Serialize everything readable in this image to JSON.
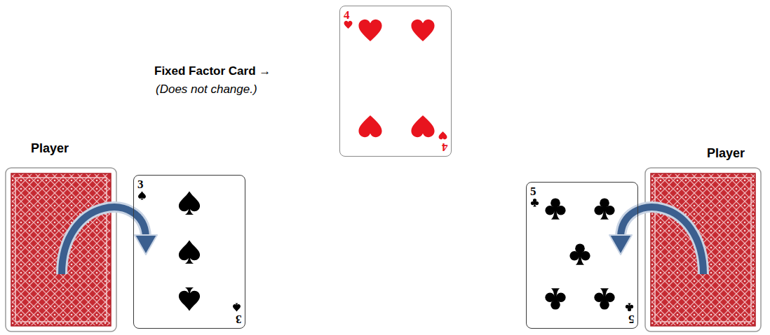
{
  "diagram": {
    "nodes": [
      {
        "text": [
          "4",
          "4"
        ]
      },
      {
        "text": [
          "3",
          "3"
        ]
      },
      {
        "text": [
          "5",
          "5"
        ]
      }
    ],
    "labels": [
      "Fixed Factor Card →",
      "(Does not change.)",
      "Player",
      "Player"
    ]
  }
}
